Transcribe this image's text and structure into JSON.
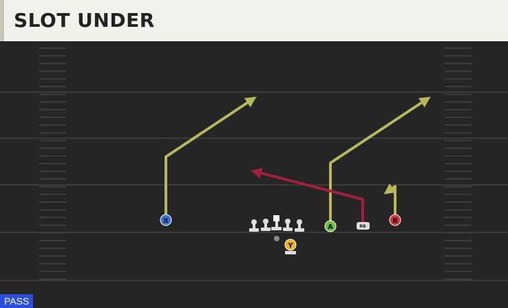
{
  "header": {
    "title": "SLOT UNDER"
  },
  "badge": {
    "mode": "PASS"
  },
  "colors": {
    "field": "#252525",
    "yard_line": "#3a3a3a",
    "hash": "#3d3d3d",
    "route_yellow": "#b7b75c",
    "route_red": "#a31f3c",
    "player_x": "#3b74d8",
    "player_a": "#69c23a",
    "player_b": "#d9323a",
    "player_y": "#e9b324",
    "lineman": "#dedede"
  },
  "players": [
    {
      "id": "X",
      "label": "X",
      "icon": "receiver-circle"
    },
    {
      "id": "A",
      "label": "A",
      "icon": "receiver-circle"
    },
    {
      "id": "B",
      "label": "B",
      "icon": "receiver-circle"
    },
    {
      "id": "Y",
      "label": "Y",
      "icon": "receiver-circle"
    },
    {
      "id": "RB",
      "label": "RB",
      "icon": "running-back-tag"
    }
  ]
}
